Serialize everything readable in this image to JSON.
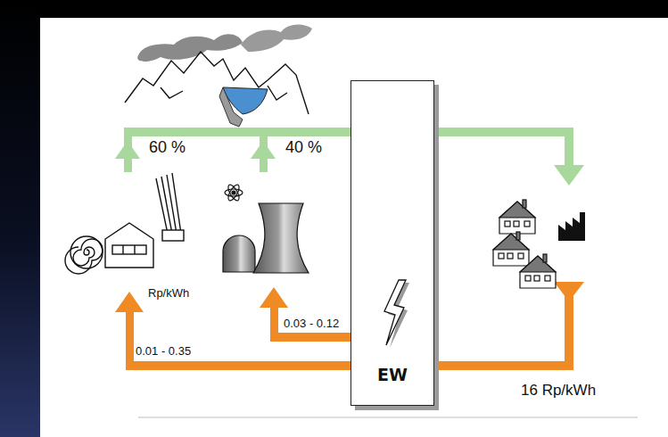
{
  "diagram": {
    "nodes": [
      {
        "text": [
          "EW"
        ]
      }
    ],
    "labels": [
      "60 %",
      "40 %",
      "Rp/kWh",
      "0.03 - 0.12",
      "0.01 - 0.35",
      "16 Rp/kWh"
    ]
  }
}
